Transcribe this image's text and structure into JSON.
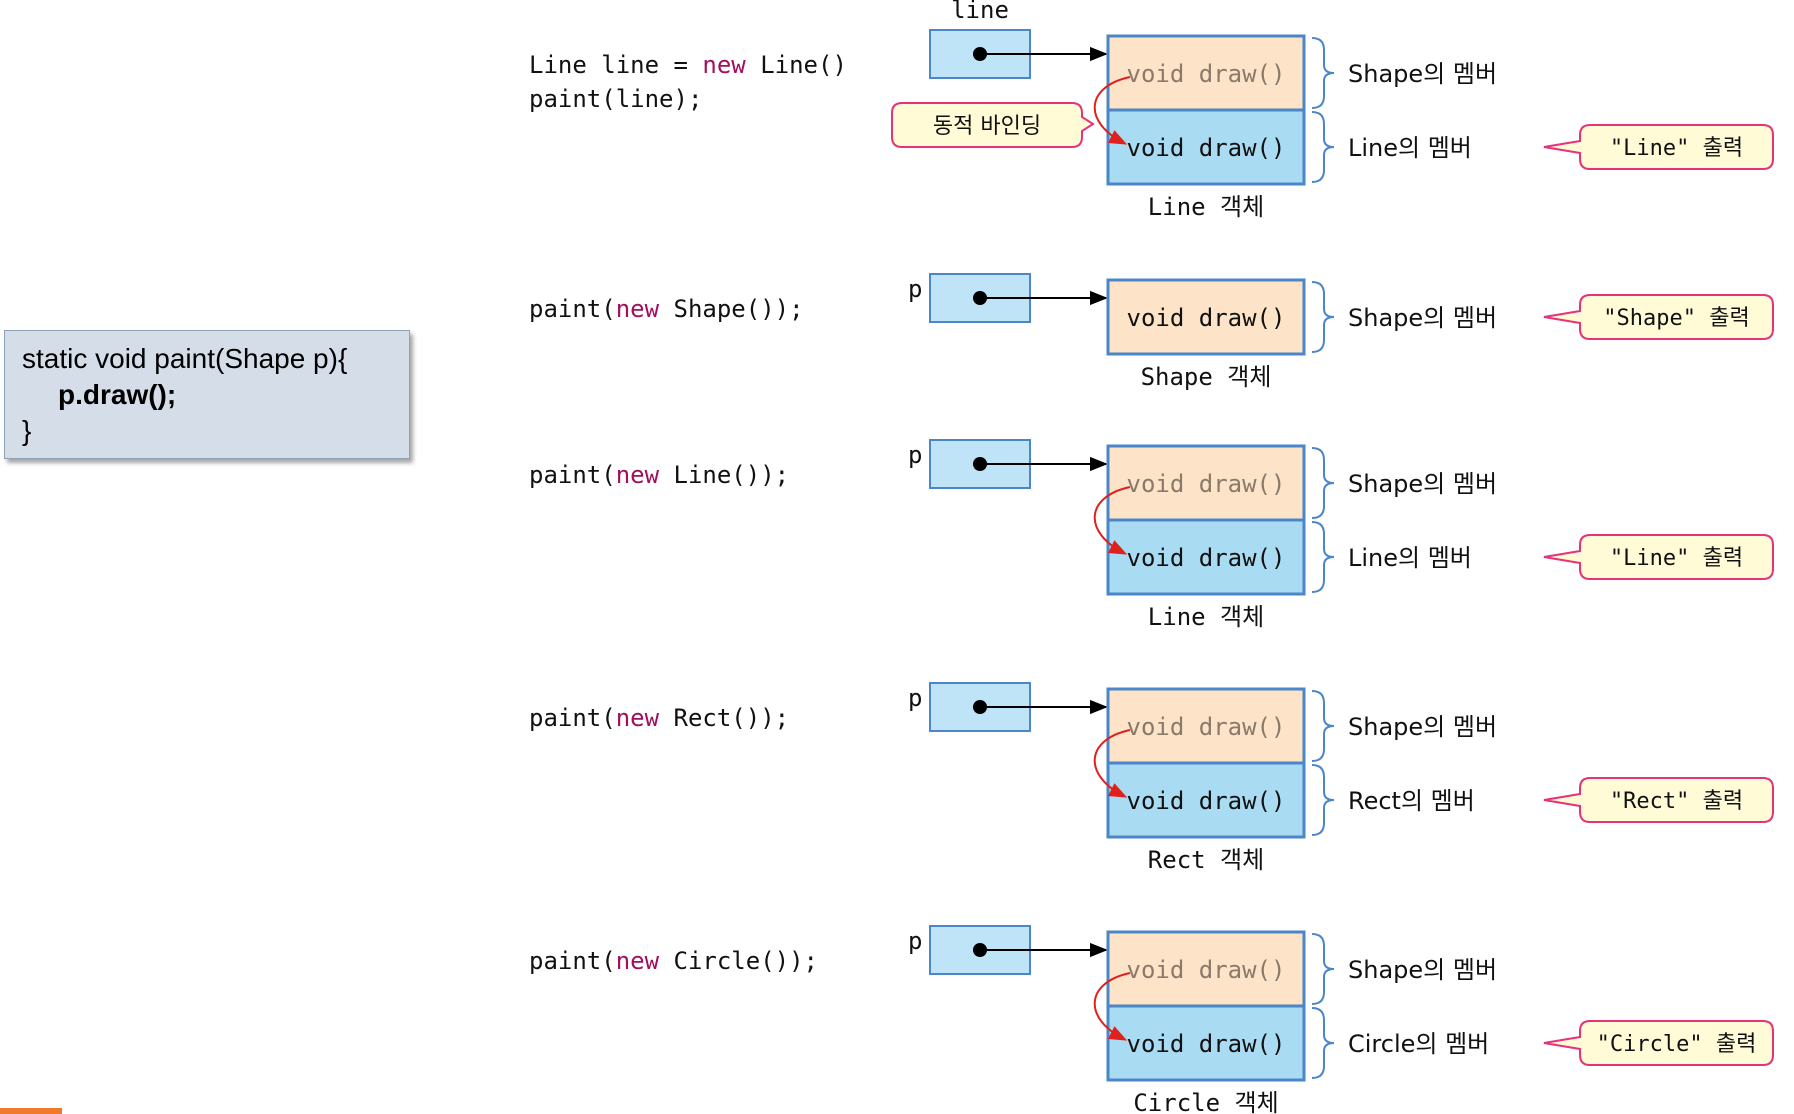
{
  "method_code": {
    "line1": "static void paint(Shape p){",
    "line2": "p.draw();",
    "line3": "}"
  },
  "keyword_new": "new",
  "colors": {
    "keyword": "#a0105e",
    "ref_box": "#bfe3f7",
    "super_method": "#fde3c8",
    "sub_method": "#a9dbf3",
    "box_border": "#4a86c8",
    "arrow": "#e0201c",
    "callout_fill": "#fffbd6",
    "callout_border": "#e6327a"
  },
  "dynamic_binding_label": "동적 바인딩",
  "scenarios": [
    {
      "code_lines": [
        [
          {
            "t": "Line line = "
          },
          {
            "t": "new",
            "kw": true
          },
          {
            "t": " Line()"
          }
        ],
        [
          {
            "t": "paint(line);"
          }
        ]
      ],
      "ref_label": "line",
      "methods": [
        {
          "text": "void draw()",
          "kind": "super",
          "member": "Shape의 멤버"
        },
        {
          "text": "void draw()",
          "kind": "sub",
          "member": "Line의 멤버",
          "output": "\"Line\" 출력"
        }
      ],
      "object_label": "Line 객체",
      "dynamic_binding": true
    },
    {
      "code_lines": [
        [
          {
            "t": "paint("
          },
          {
            "t": "new",
            "kw": true
          },
          {
            "t": " Shape());"
          }
        ]
      ],
      "ref_label": "p",
      "methods": [
        {
          "text": "void draw()",
          "kind": "only",
          "member": "Shape의 멤버",
          "output": "\"Shape\" 출력"
        }
      ],
      "object_label": "Shape 객체",
      "dynamic_binding": false
    },
    {
      "code_lines": [
        [
          {
            "t": "paint("
          },
          {
            "t": "new",
            "kw": true
          },
          {
            "t": " Line());"
          }
        ]
      ],
      "ref_label": "p",
      "methods": [
        {
          "text": "void draw()",
          "kind": "super",
          "member": "Shape의 멤버"
        },
        {
          "text": "void draw()",
          "kind": "sub",
          "member": "Line의 멤버",
          "output": "\"Line\" 출력"
        }
      ],
      "object_label": "Line 객체",
      "dynamic_binding": true
    },
    {
      "code_lines": [
        [
          {
            "t": "paint("
          },
          {
            "t": "new",
            "kw": true
          },
          {
            "t": " Rect());"
          }
        ]
      ],
      "ref_label": "p",
      "methods": [
        {
          "text": "void draw()",
          "kind": "super",
          "member": "Shape의 멤버"
        },
        {
          "text": "void draw()",
          "kind": "sub",
          "member": "Rect의 멤버",
          "output": "\"Rect\" 출력"
        }
      ],
      "object_label": "Rect 객체",
      "dynamic_binding": true
    },
    {
      "code_lines": [
        [
          {
            "t": "paint("
          },
          {
            "t": "new",
            "kw": true
          },
          {
            "t": " Circle());"
          }
        ]
      ],
      "ref_label": "p",
      "methods": [
        {
          "text": "void draw()",
          "kind": "super",
          "member": "Shape의 멤버"
        },
        {
          "text": "void draw()",
          "kind": "sub",
          "member": "Circle의 멤버",
          "output": "\"Circle\" 출력"
        }
      ],
      "object_label": "Circle 객체",
      "dynamic_binding": true
    }
  ]
}
